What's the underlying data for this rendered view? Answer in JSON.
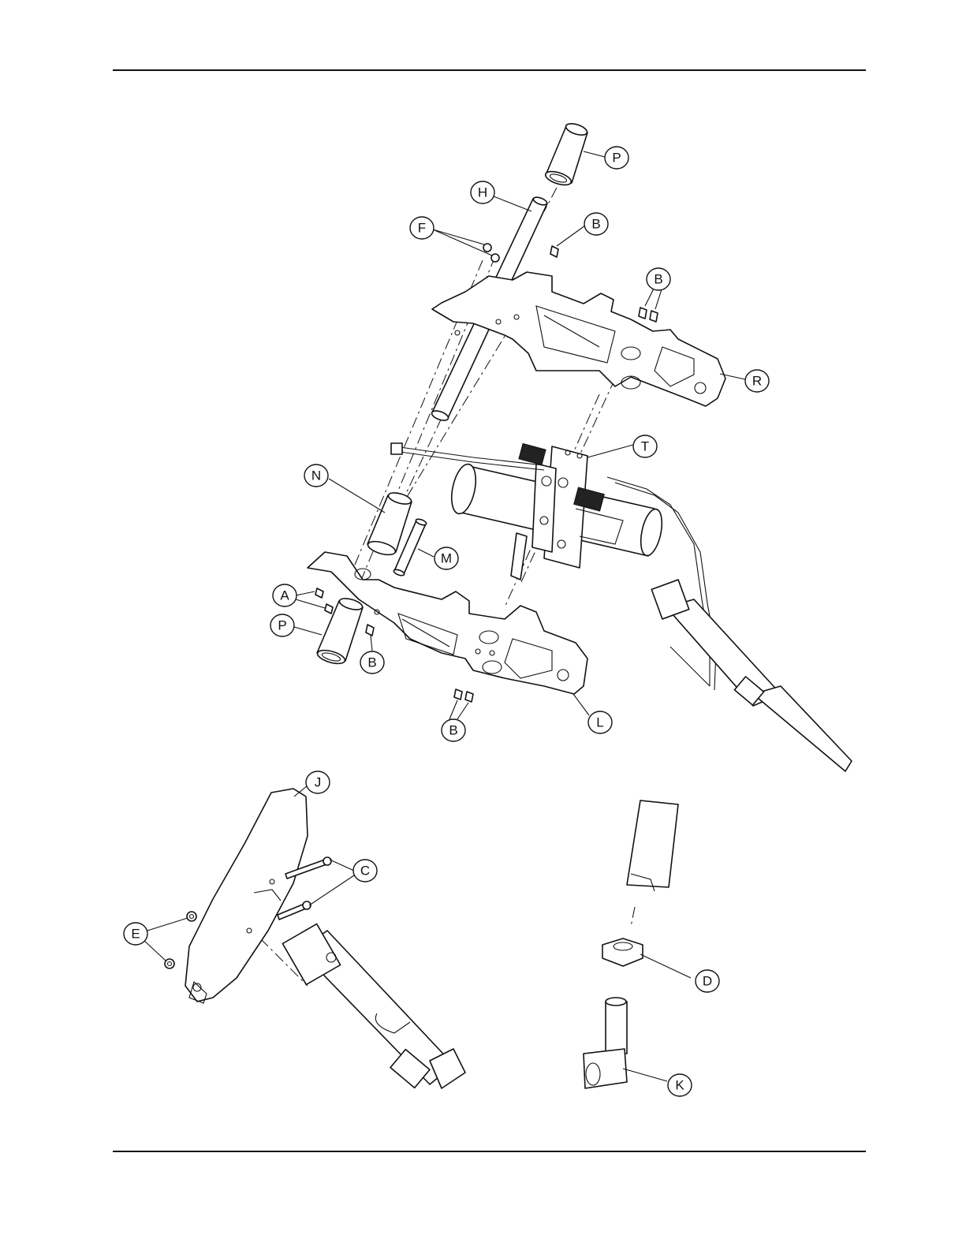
{
  "page": {
    "colors": {
      "line": "#111111",
      "background": "#ffffff"
    }
  },
  "callouts": {
    "P_top": "P",
    "H": "H",
    "F": "F",
    "B_upper": "B",
    "B_right": "B",
    "R": "R",
    "T": "T",
    "N": "N",
    "M": "M",
    "A": "A",
    "P_bottom": "P",
    "B_left": "B",
    "B_bottom": "B",
    "L": "L",
    "J": "J",
    "C": "C",
    "E": "E",
    "D": "D",
    "K": "K"
  }
}
